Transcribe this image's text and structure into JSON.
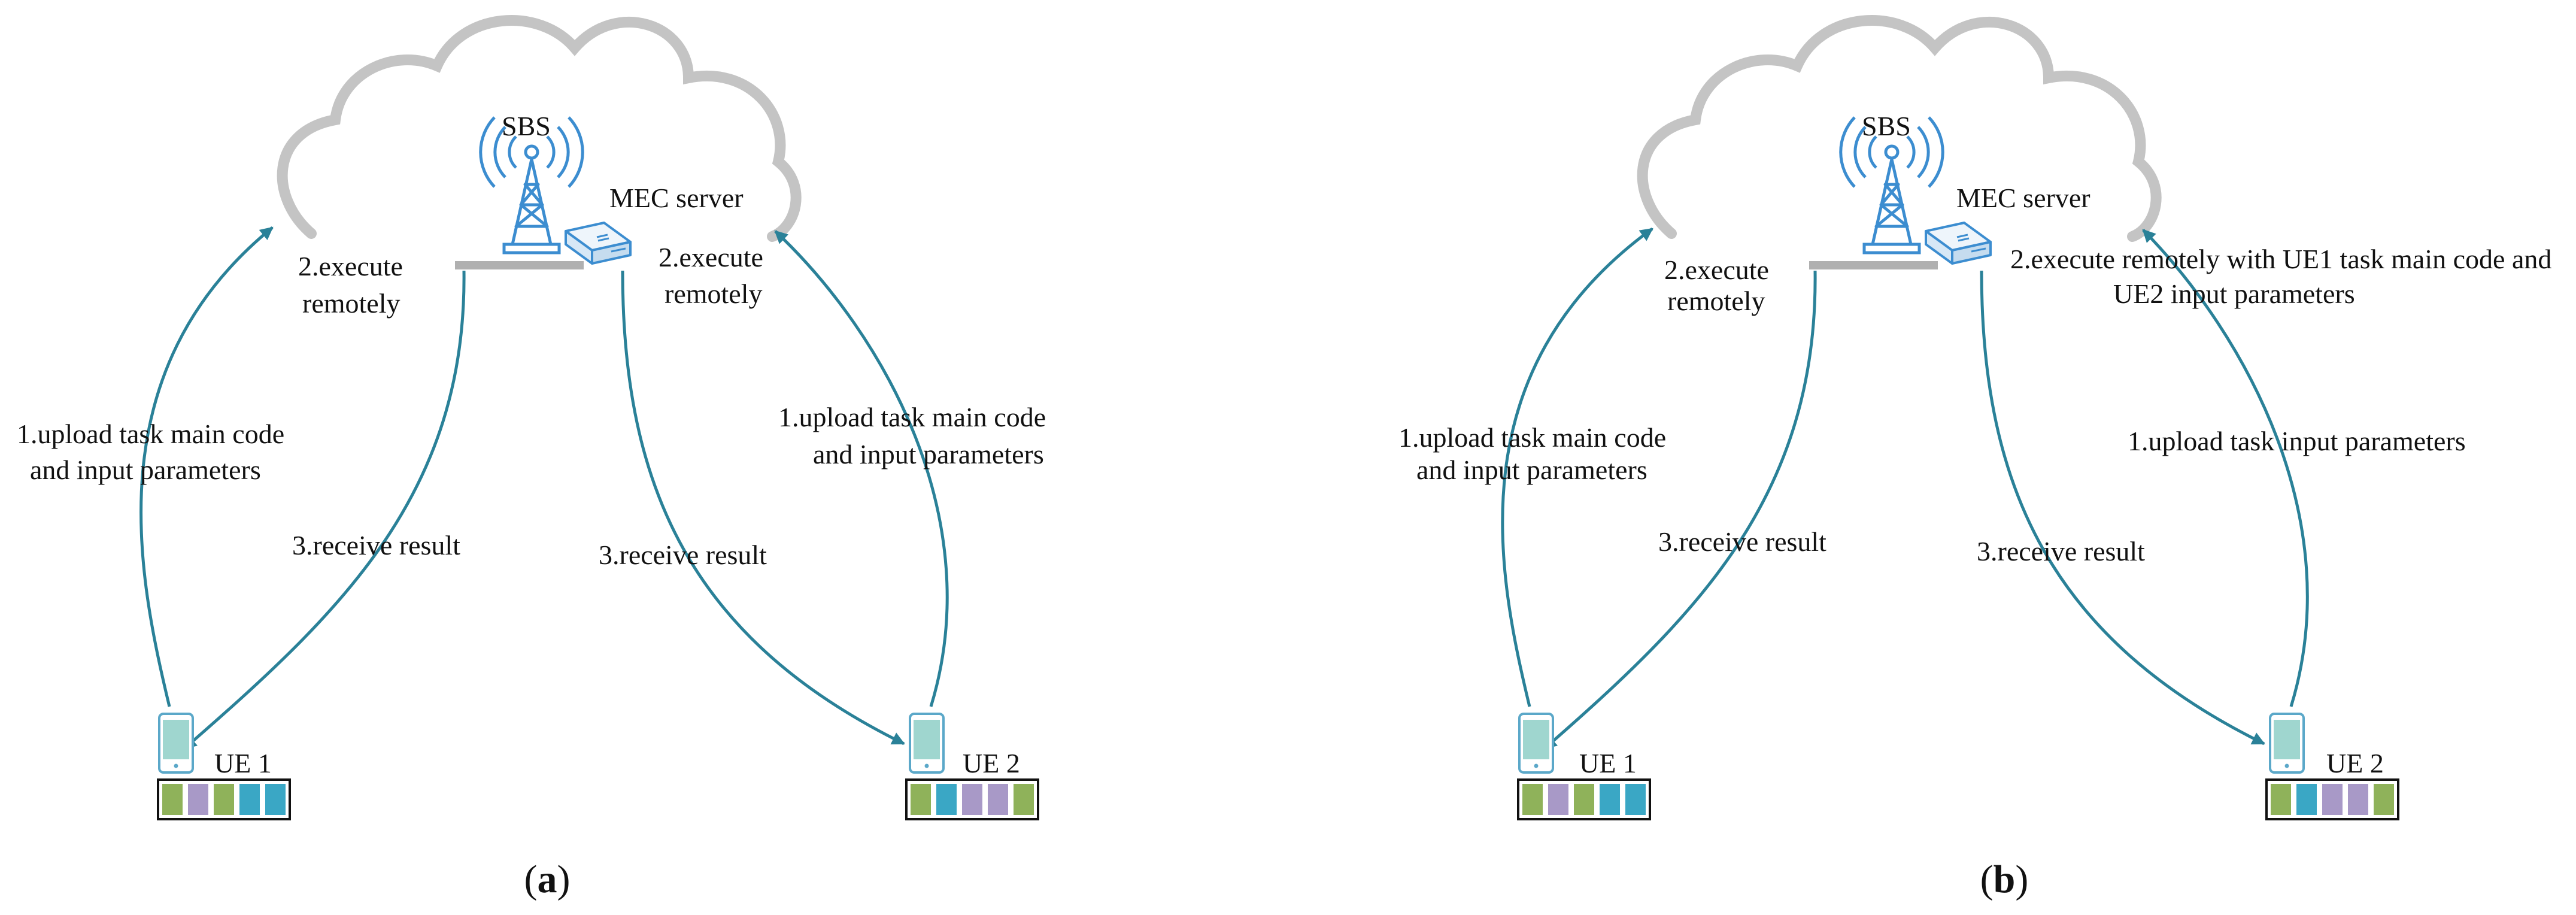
{
  "colors": {
    "arrow": "#2a8198",
    "cloud": "#c4c4c4",
    "antenna": "#3c8dd0",
    "phone_screen": "#9fd6cf",
    "phone_body": "#5ba8c9",
    "green": "#8fb25a",
    "purple": "#a899c7",
    "cyan": "#3aa7c5"
  },
  "panel_a": {
    "sbs": "SBS",
    "mec_server": "MEC server",
    "execute_left": [
      "2.execute",
      "remotely"
    ],
    "execute_right": [
      "2.execute",
      "remotely"
    ],
    "upload_left": [
      "1.upload task main code",
      "and input parameters"
    ],
    "upload_right": [
      "1.upload task main code",
      "and input parameters"
    ],
    "receive_left": "3.receive result",
    "receive_right": "3.receive result",
    "ue1": "UE 1",
    "ue2": "UE 2",
    "ue1_tasks": [
      "green",
      "purple",
      "green",
      "cyan",
      "cyan"
    ],
    "ue2_tasks": [
      "green",
      "cyan",
      "purple",
      "purple",
      "green"
    ],
    "caption": {
      "open": "(",
      "letter": "a",
      "close": ")"
    }
  },
  "panel_b": {
    "sbs": "SBS",
    "mec_server": "MEC server",
    "execute_left": [
      "2.execute",
      "remotely"
    ],
    "execute_right": [
      "2.execute remotely with UE1 task main code and",
      "UE2 input parameters"
    ],
    "upload_left": [
      "1.upload task main code",
      "and input parameters"
    ],
    "upload_right": "1.upload task input parameters",
    "receive_left": "3.receive result",
    "receive_right": "3.receive result",
    "ue1": "UE 1",
    "ue2": "UE 2",
    "ue1_tasks": [
      "green",
      "purple",
      "green",
      "cyan",
      "cyan"
    ],
    "ue2_tasks": [
      "green",
      "cyan",
      "purple",
      "purple",
      "green"
    ],
    "caption": {
      "open": "(",
      "letter": "b",
      "close": ")"
    }
  }
}
